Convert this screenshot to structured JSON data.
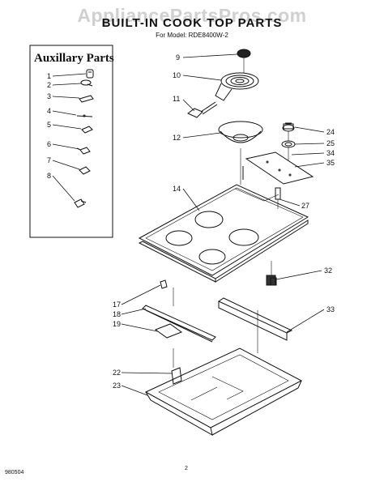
{
  "watermark": "AppliancePartsPros.com",
  "title": "BUILT-IN COOK TOP PARTS",
  "model_line": "For Model: RDE8400W-2",
  "auxiliary": {
    "title": "Auxillary Parts",
    "numbers": [
      "1",
      "2",
      "3",
      "4",
      "5",
      "6",
      "7",
      "8"
    ]
  },
  "callouts": [
    "9",
    "10",
    "11",
    "12",
    "14",
    "17",
    "18",
    "19",
    "22",
    "23",
    "24",
    "25",
    "34",
    "35",
    "27",
    "32",
    "33"
  ],
  "footer": {
    "left": "980504",
    "page": "2"
  }
}
